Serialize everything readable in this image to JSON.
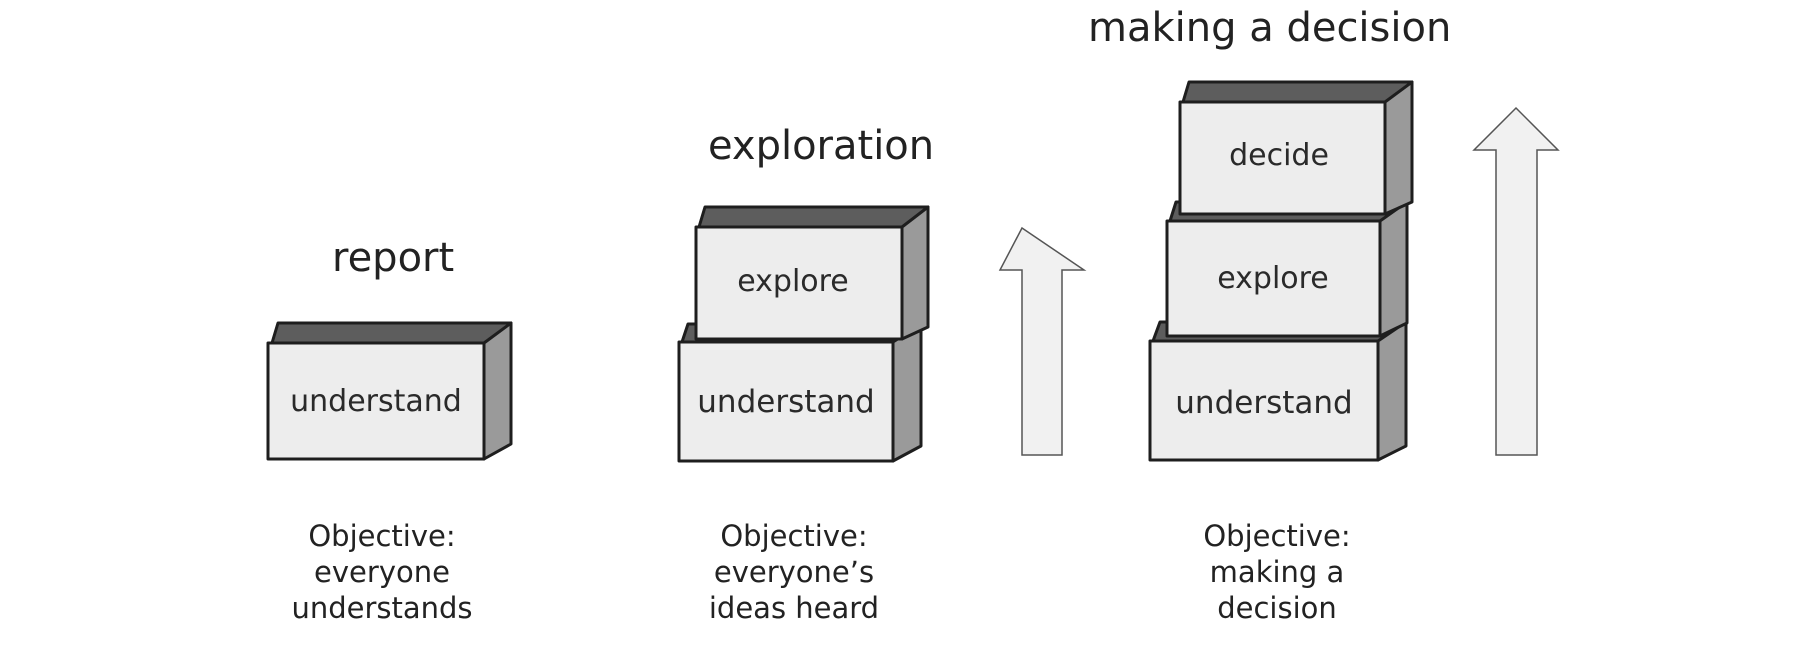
{
  "colors": {
    "box_front": "#ededed",
    "box_top": "#5d5d5d",
    "box_side": "#9a9a9a",
    "outline": "#1e1e1e",
    "arrow_fill": "#f1f1f1",
    "arrow_stroke": "#555555"
  },
  "stages": [
    {
      "heading": "report",
      "blocks": [
        "understand"
      ],
      "objective": [
        "Objective:",
        "everyone",
        "understands"
      ]
    },
    {
      "heading": "exploration",
      "blocks": [
        "understand",
        "explore"
      ],
      "objective": [
        "Objective:",
        "everyone’s",
        "ideas heard"
      ]
    },
    {
      "heading": "making a decision",
      "blocks": [
        "understand",
        "explore",
        "decide"
      ],
      "objective": [
        "Objective:",
        "making a",
        "decision"
      ]
    }
  ]
}
